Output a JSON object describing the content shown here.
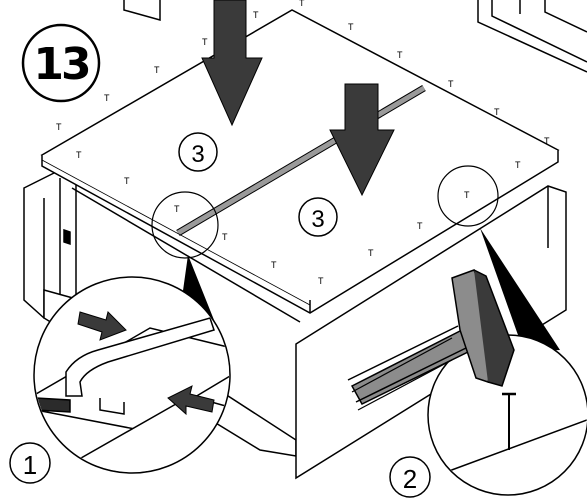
{
  "step_number": "13",
  "callouts": {
    "one": "1",
    "two": "2",
    "three_a": "3",
    "three_b": "3"
  },
  "nail_mark": "T",
  "colors": {
    "line": "#000000",
    "panel_fill": "#ffffff",
    "arrow_fill": "#3a3a3a",
    "strip_fill": "#9a9a9a",
    "hammer_fill": "#8c8c8c",
    "edge_dark": "#2b2b2b"
  },
  "icons": [
    "step-badge",
    "down-arrow",
    "push-arrow",
    "hammer-icon",
    "nail-icon",
    "magnifier-circle"
  ]
}
